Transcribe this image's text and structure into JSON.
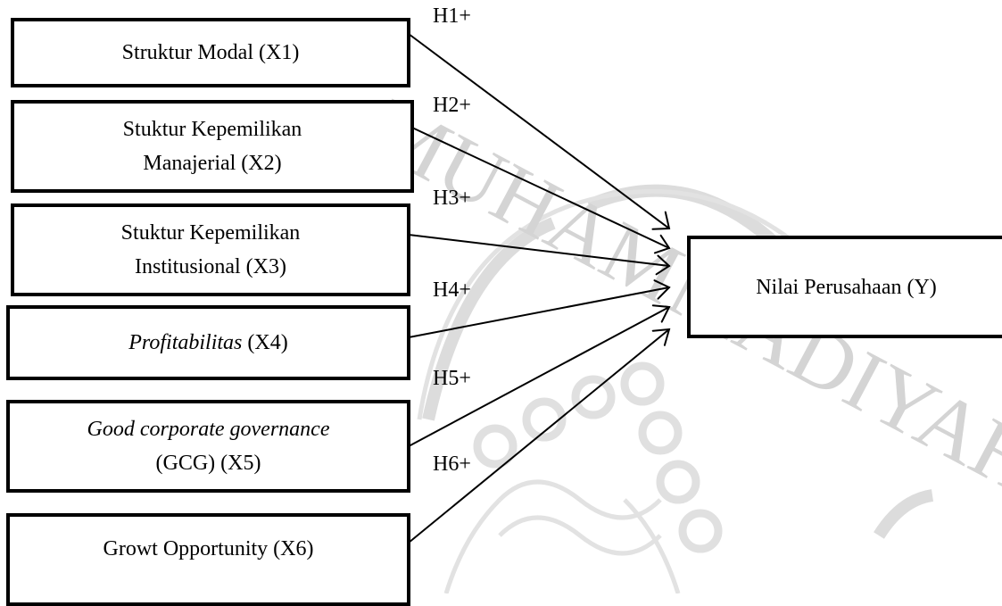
{
  "diagram": {
    "independent_variables": [
      {
        "id": "X1",
        "lines": [
          {
            "text": "Struktur Modal  (X1)"
          }
        ]
      },
      {
        "id": "X2",
        "lines": [
          {
            "text": "Stuktur Kepemilikan"
          },
          {
            "text": "Manajerial (X2)"
          }
        ]
      },
      {
        "id": "X3",
        "lines": [
          {
            "text": "Stuktur Kepemilikan"
          },
          {
            "text": "Institusional (X3)"
          }
        ]
      },
      {
        "id": "X4",
        "lines": [
          {
            "italic": "Profitabilitas",
            "text": " (X4)"
          }
        ]
      },
      {
        "id": "X5",
        "lines": [
          {
            "italic": "Good corporate governance"
          },
          {
            "text": "(GCG) (X5)"
          }
        ]
      },
      {
        "id": "X6",
        "lines": [
          {
            "text": "Growt Opportunity (X6)"
          }
        ]
      }
    ],
    "dependent_variable": {
      "id": "Y",
      "label": "Nilai Perusahaan (Y)"
    },
    "hypotheses": [
      "H1+",
      "H2+",
      "H3+",
      "H4+",
      "H5+",
      "H6+"
    ],
    "watermark": {
      "text": "MUHAMMADIYAH",
      "color": "#d4d4d4"
    },
    "colors": {
      "stroke": "#000000",
      "background": "#ffffff"
    }
  }
}
